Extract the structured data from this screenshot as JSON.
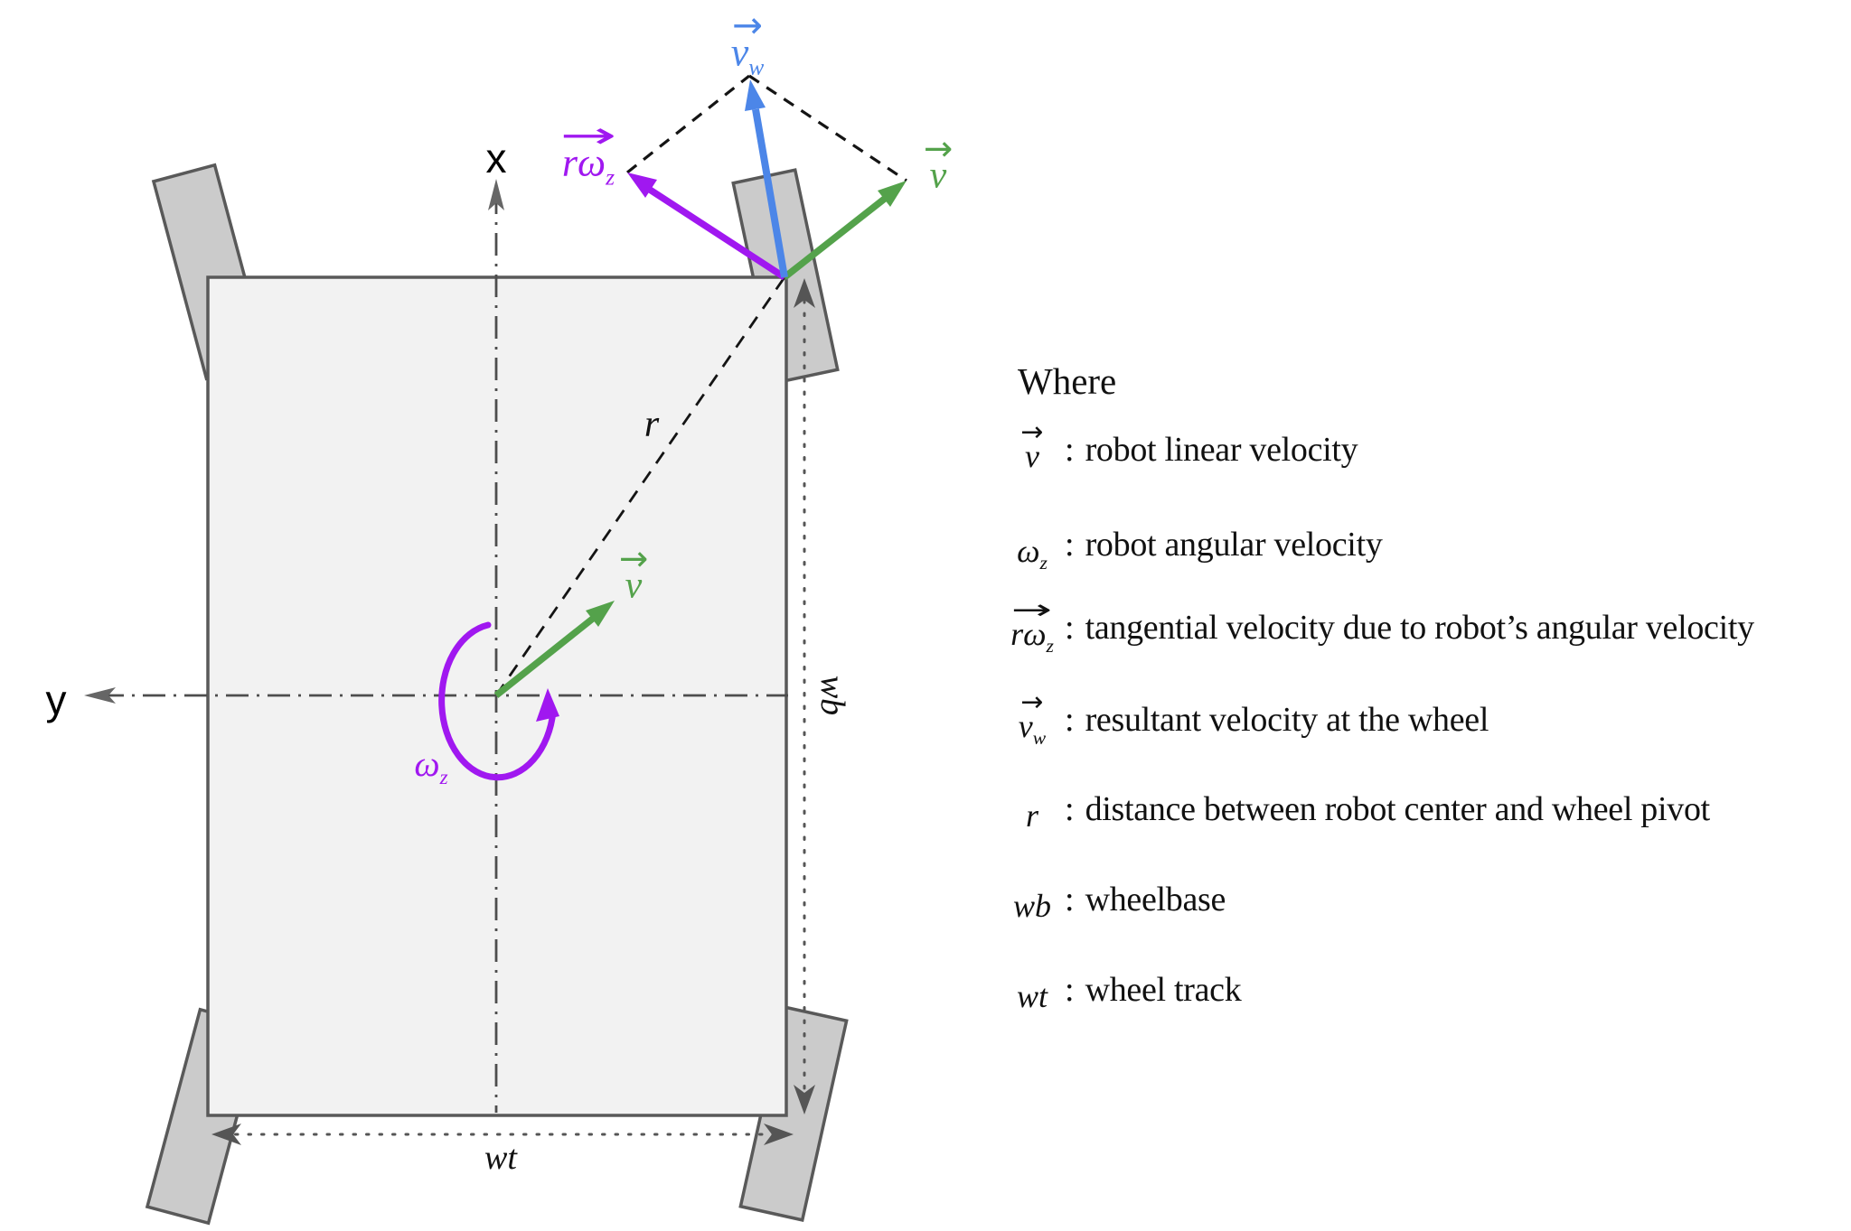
{
  "colors": {
    "green_linear_velocity": "#54A24B",
    "purple_angular": "#A018F0",
    "blue_resultant": "#4C86E8",
    "axis_gray": "#4D4D4D",
    "dimension_gray": "#555555",
    "body_fill": "#F2F2F2",
    "body_stroke": "#595959",
    "wheel_fill": "#CBCBCB",
    "dashed_black": "#141414"
  },
  "diagram": {
    "axis": {
      "x": "x",
      "y": "y"
    },
    "labels": {
      "r": "r",
      "wt": "wt",
      "wb": "wb",
      "omega": {
        "base": "ω",
        "sub": "z"
      },
      "v_center": {
        "arrow": "→",
        "base": "v"
      },
      "v_wheel": {
        "arrow": "→",
        "base": "v"
      },
      "v_w": {
        "arrow": "→",
        "base": "v",
        "sub": "w"
      },
      "r_omega": {
        "arrow": "→",
        "base": "rω",
        "sub": "z"
      }
    }
  },
  "legend": {
    "heading": "Where",
    "colon": ":",
    "rows": [
      {
        "sym": {
          "arrow": "→",
          "base": "v",
          "sub": ""
        },
        "desc": "robot linear velocity"
      },
      {
        "sym": {
          "arrow": "",
          "base": "ω",
          "sub": "z"
        },
        "desc": "robot angular velocity"
      },
      {
        "sym": {
          "arrow": "→",
          "base": "rω",
          "sub": "z"
        },
        "desc": "tangential velocity due to robot’s angular velocity"
      },
      {
        "sym": {
          "arrow": "→",
          "base": "v",
          "sub": "w"
        },
        "desc": "resultant velocity at the wheel"
      },
      {
        "sym": {
          "arrow": "",
          "base": "r",
          "sub": ""
        },
        "desc": "distance between robot center and wheel pivot"
      },
      {
        "sym": {
          "arrow": "",
          "base": "wb",
          "sub": ""
        },
        "desc": "wheelbase"
      },
      {
        "sym": {
          "arrow": "",
          "base": "wt",
          "sub": ""
        },
        "desc": "wheel track"
      }
    ]
  }
}
